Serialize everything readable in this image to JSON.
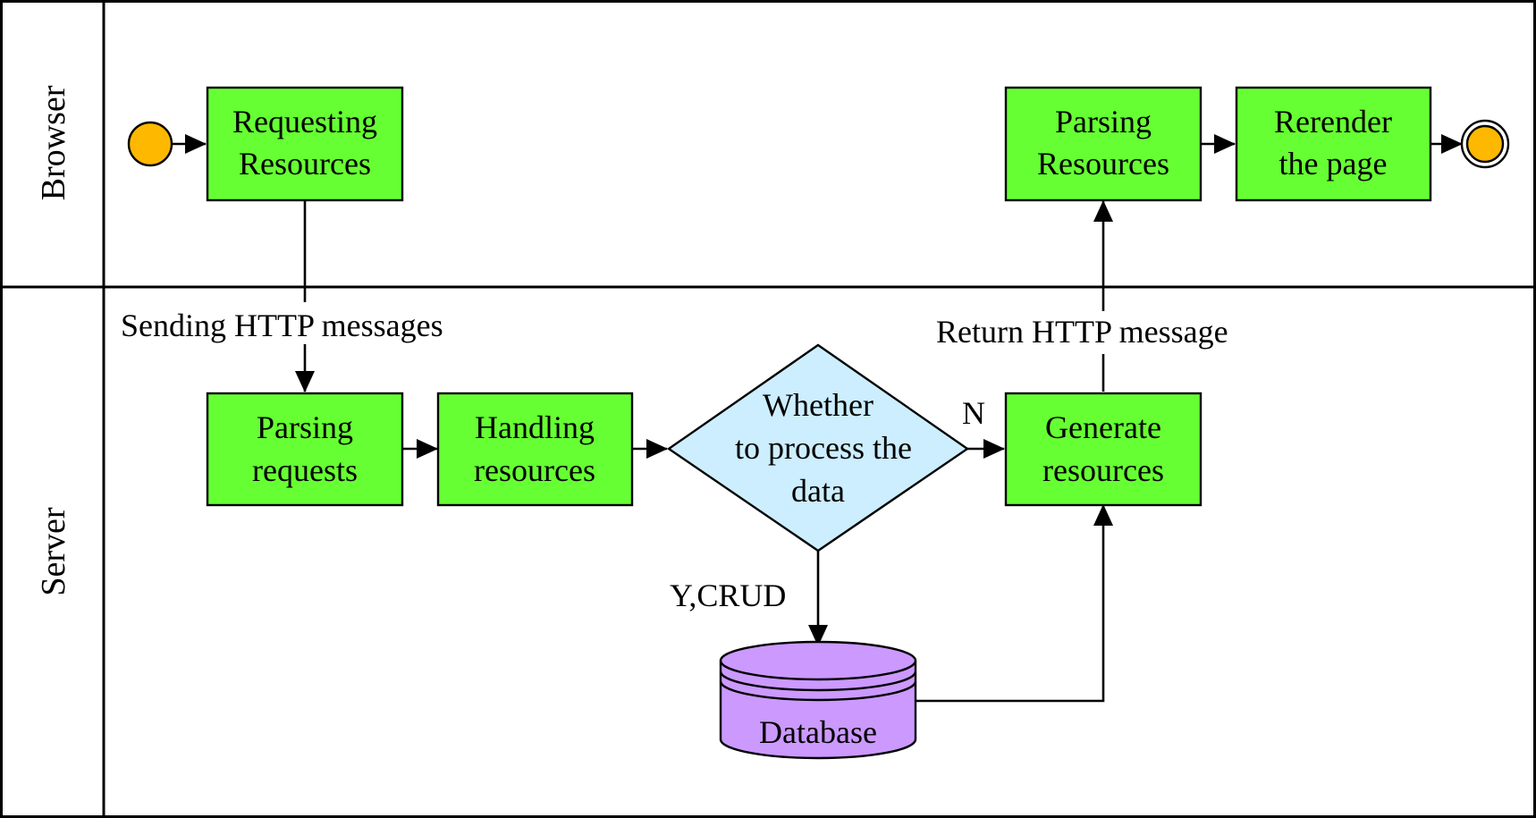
{
  "colors": {
    "task_fill": "#66FF33",
    "gateway_fill": "#CCEEFF",
    "database_fill": "#CC99FF",
    "event_fill": "#FFB800",
    "stroke": "#000000",
    "background": "#FFFFFF"
  },
  "lanes": {
    "browser": "Browser",
    "server": "Server"
  },
  "tasks": {
    "requesting_resources": [
      "Requesting",
      "Resources"
    ],
    "parsing_resources": [
      "Parsing",
      "Resources"
    ],
    "rerender_page": [
      "Rerender",
      "the page"
    ],
    "parsing_requests": [
      "Parsing",
      "requests"
    ],
    "handling_resources": [
      "Handling",
      "resources"
    ],
    "generate_resources": [
      "Generate",
      "resources"
    ]
  },
  "gateway": {
    "label": [
      "Whether",
      "to process the",
      "data"
    ]
  },
  "database": {
    "label": "Database"
  },
  "flows": {
    "sending_http": "Sending HTTP messages",
    "return_http": "Return HTTP message",
    "no_branch": "N",
    "yes_branch": "Y,CRUD"
  },
  "events": {
    "start_icon": "start-event-icon",
    "end_icon": "end-event-icon"
  }
}
